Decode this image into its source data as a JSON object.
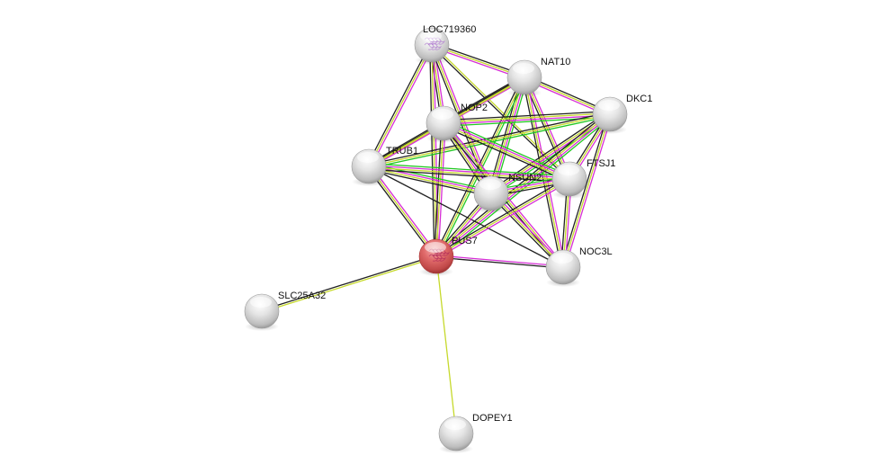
{
  "diagram": {
    "type": "protein-interaction-network",
    "query_node": "PUS7",
    "edge_colors": {
      "textmining": "#c6d92c",
      "coexpression": "#222222",
      "experiments": "#d62ed6",
      "database": "#22c822",
      "homology": "#9aa6ff"
    },
    "nodes": [
      {
        "id": "LOC719360",
        "label": "LOC719360",
        "color": "#e8e8e8",
        "has_structure": true
      },
      {
        "id": "NAT10",
        "label": "NAT10",
        "color": "#e8e8e8",
        "has_structure": false
      },
      {
        "id": "DKC1",
        "label": "DKC1",
        "color": "#e8e8e8",
        "has_structure": false
      },
      {
        "id": "NOP2",
        "label": "NOP2",
        "color": "#e8e8e8",
        "has_structure": false
      },
      {
        "id": "TRUB1",
        "label": "TRUB1",
        "color": "#e8e8e8",
        "has_structure": false
      },
      {
        "id": "FTSJ1",
        "label": "FTSJ1",
        "color": "#e8e8e8",
        "has_structure": false
      },
      {
        "id": "NSUN2",
        "label": "NSUN2",
        "color": "#e8e8e8",
        "has_structure": false
      },
      {
        "id": "PUS7",
        "label": "PUS7",
        "color": "#e06a6a",
        "has_structure": true
      },
      {
        "id": "NOC3L",
        "label": "NOC3L",
        "color": "#e8e8e8",
        "has_structure": false
      },
      {
        "id": "SLC25A32",
        "label": "SLC25A32",
        "color": "#e8e8e8",
        "has_structure": false
      },
      {
        "id": "DOPEY1",
        "label": "DOPEY1",
        "color": "#e8e8e8",
        "has_structure": false
      }
    ],
    "edges": [
      {
        "source": "LOC719360",
        "target": "NAT10",
        "evidence": [
          "coexpression",
          "textmining",
          "experiments"
        ]
      },
      {
        "source": "LOC719360",
        "target": "NOP2",
        "evidence": [
          "experiments",
          "textmining",
          "coexpression"
        ]
      },
      {
        "source": "LOC719360",
        "target": "TRUB1",
        "evidence": [
          "experiments",
          "textmining",
          "coexpression"
        ]
      },
      {
        "source": "LOC719360",
        "target": "PUS7",
        "evidence": [
          "experiments",
          "textmining",
          "coexpression"
        ]
      },
      {
        "source": "LOC719360",
        "target": "NSUN2",
        "evidence": [
          "experiments",
          "textmining",
          "coexpression"
        ]
      },
      {
        "source": "LOC719360",
        "target": "FTSJ1",
        "evidence": [
          "textmining",
          "coexpression"
        ]
      },
      {
        "source": "NAT10",
        "target": "DKC1",
        "evidence": [
          "coexpression",
          "textmining",
          "experiments"
        ]
      },
      {
        "source": "NAT10",
        "target": "NOP2",
        "evidence": [
          "experiments",
          "textmining",
          "coexpression"
        ]
      },
      {
        "source": "NAT10",
        "target": "NSUN2",
        "evidence": [
          "database",
          "experiments",
          "textmining",
          "coexpression"
        ]
      },
      {
        "source": "NAT10",
        "target": "FTSJ1",
        "evidence": [
          "experiments",
          "textmining",
          "coexpression"
        ]
      },
      {
        "source": "NAT10",
        "target": "PUS7",
        "evidence": [
          "database",
          "textmining",
          "coexpression"
        ]
      },
      {
        "source": "NAT10",
        "target": "NOC3L",
        "evidence": [
          "experiments",
          "textmining",
          "coexpression"
        ]
      },
      {
        "source": "NAT10",
        "target": "TRUB1",
        "evidence": [
          "textmining",
          "coexpression"
        ]
      },
      {
        "source": "DKC1",
        "target": "NOP2",
        "evidence": [
          "database",
          "experiments",
          "textmining",
          "coexpression"
        ]
      },
      {
        "source": "DKC1",
        "target": "NSUN2",
        "evidence": [
          "database",
          "experiments",
          "textmining",
          "coexpression"
        ]
      },
      {
        "source": "DKC1",
        "target": "FTSJ1",
        "evidence": [
          "experiments",
          "textmining",
          "coexpression"
        ]
      },
      {
        "source": "DKC1",
        "target": "PUS7",
        "evidence": [
          "database",
          "experiments",
          "textmining",
          "coexpression"
        ]
      },
      {
        "source": "DKC1",
        "target": "NOC3L",
        "evidence": [
          "experiments",
          "textmining",
          "coexpression"
        ]
      },
      {
        "source": "DKC1",
        "target": "TRUB1",
        "evidence": [
          "database",
          "textmining",
          "coexpression"
        ]
      },
      {
        "source": "NOP2",
        "target": "TRUB1",
        "evidence": [
          "experiments",
          "textmining",
          "coexpression"
        ]
      },
      {
        "source": "NOP2",
        "target": "NSUN2",
        "evidence": [
          "homology",
          "experiments",
          "textmining",
          "coexpression"
        ]
      },
      {
        "source": "NOP2",
        "target": "FTSJ1",
        "evidence": [
          "database",
          "experiments",
          "textmining",
          "coexpression"
        ]
      },
      {
        "source": "NOP2",
        "target": "PUS7",
        "evidence": [
          "experiments",
          "textmining",
          "coexpression"
        ]
      },
      {
        "source": "NOP2",
        "target": "NOC3L",
        "evidence": [
          "experiments",
          "textmining",
          "coexpression"
        ]
      },
      {
        "source": "TRUB1",
        "target": "NSUN2",
        "evidence": [
          "database",
          "experiments",
          "textmining",
          "coexpression"
        ]
      },
      {
        "source": "TRUB1",
        "target": "FTSJ1",
        "evidence": [
          "database",
          "experiments",
          "textmining",
          "coexpression"
        ]
      },
      {
        "source": "TRUB1",
        "target": "PUS7",
        "evidence": [
          "experiments",
          "textmining",
          "coexpression"
        ]
      },
      {
        "source": "TRUB1",
        "target": "NOC3L",
        "evidence": [
          "coexpression"
        ]
      },
      {
        "source": "NSUN2",
        "target": "FTSJ1",
        "evidence": [
          "database",
          "experiments",
          "textmining",
          "coexpression"
        ]
      },
      {
        "source": "NSUN2",
        "target": "PUS7",
        "evidence": [
          "experiments",
          "textmining",
          "coexpression"
        ]
      },
      {
        "source": "NSUN2",
        "target": "NOC3L",
        "evidence": [
          "experiments",
          "textmining",
          "coexpression"
        ]
      },
      {
        "source": "FTSJ1",
        "target": "PUS7",
        "evidence": [
          "experiments",
          "textmining",
          "coexpression"
        ]
      },
      {
        "source": "FTSJ1",
        "target": "NOC3L",
        "evidence": [
          "experiments",
          "textmining",
          "coexpression"
        ]
      },
      {
        "source": "PUS7",
        "target": "NOC3L",
        "evidence": [
          "experiments",
          "coexpression"
        ]
      },
      {
        "source": "PUS7",
        "target": "SLC25A32",
        "evidence": [
          "textmining",
          "coexpression"
        ]
      },
      {
        "source": "PUS7",
        "target": "DOPEY1",
        "evidence": [
          "textmining"
        ]
      }
    ]
  }
}
